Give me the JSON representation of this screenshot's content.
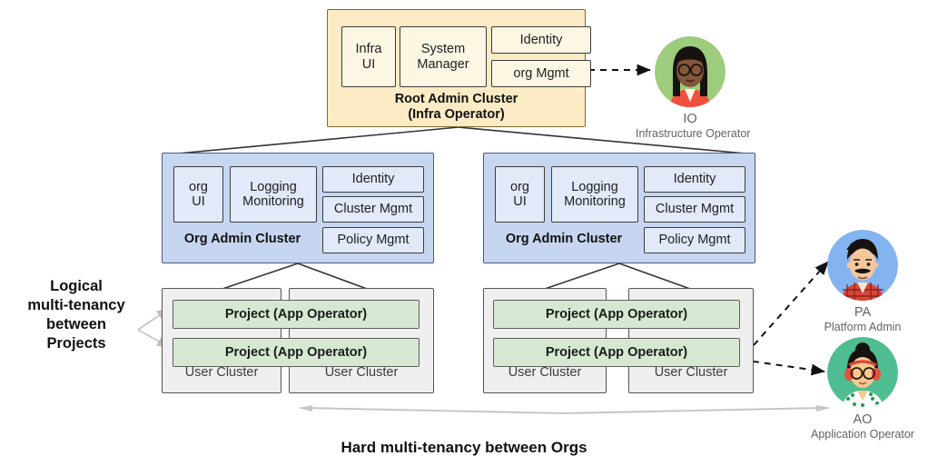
{
  "diagram": {
    "root_cluster": {
      "caption_line1": "Root Admin Cluster",
      "caption_line2": "(Infra Operator)",
      "components": [
        {
          "label_line1": "Infra",
          "label_line2": "UI"
        },
        {
          "label_line1": "System",
          "label_line2": "Manager"
        },
        {
          "label_line1": "Identity",
          "label_line2": ""
        },
        {
          "label_line1": "org Mgmt",
          "label_line2": ""
        }
      ]
    },
    "org_clusters": [
      {
        "caption": "Org Admin Cluster",
        "components": [
          {
            "label_line1": "org",
            "label_line2": "UI"
          },
          {
            "label_line1": "Logging",
            "label_line2": "Monitoring"
          },
          {
            "label_line1": "Identity",
            "label_line2": ""
          },
          {
            "label_line1": "Cluster Mgmt",
            "label_line2": ""
          },
          {
            "label_line1": "Policy Mgmt",
            "label_line2": ""
          }
        ],
        "projects": [
          "Project (App Operator)",
          "Project (App Operator)"
        ],
        "user_clusters": [
          "User Cluster",
          "User Cluster"
        ]
      },
      {
        "caption": "Org Admin Cluster",
        "components": [
          {
            "label_line1": "org",
            "label_line2": "UI"
          },
          {
            "label_line1": "Logging",
            "label_line2": "Monitoring"
          },
          {
            "label_line1": "Identity",
            "label_line2": ""
          },
          {
            "label_line1": "Cluster Mgmt",
            "label_line2": ""
          },
          {
            "label_line1": "Policy Mgmt",
            "label_line2": ""
          }
        ],
        "projects": [
          "Project (App Operator)",
          "Project  (App Operator)"
        ],
        "user_clusters": [
          "User Cluster",
          "User Cluster"
        ]
      }
    ],
    "personas": [
      {
        "initials": "IO",
        "role": "Infrastructure Operator",
        "circle_color": "#9ccc7c",
        "icon": "avatar-infrastructure-operator"
      },
      {
        "initials": "PA",
        "role": "Platform Admin",
        "circle_color": "#84b4f0",
        "icon": "avatar-platform-admin"
      },
      {
        "initials": "AO",
        "role": "Application Operator",
        "circle_color": "#4fbd92",
        "icon": "avatar-application-operator"
      }
    ],
    "annotations": {
      "side_note_lines": [
        "Logical",
        "multi-tenancy",
        "between",
        "Projects"
      ],
      "bottom_note": "Hard multi-tenancy between Orgs"
    },
    "colors": {
      "root_fill": "#fcebc4",
      "org_fill": "#c6d6f1",
      "project_fill": "#d6e8d2",
      "user_cluster_fill": "#efefef",
      "connector": "#333333",
      "dashed_connector": "#1a1a1a",
      "grey_arrow": "#c3c7c9"
    }
  }
}
